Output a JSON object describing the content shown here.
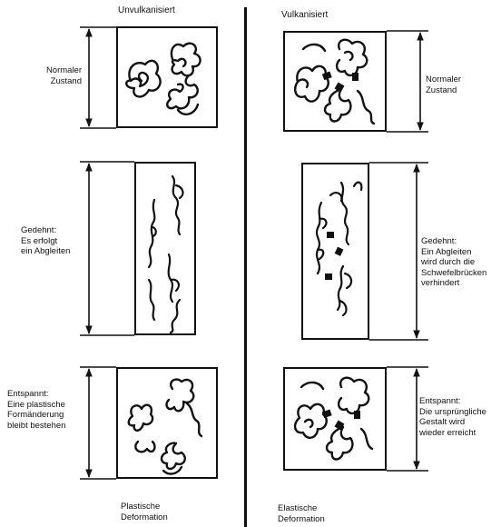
{
  "left_column": {
    "heading": "Unvulkanisiert",
    "normal_label": "Normaler\nZustand",
    "stretched_label": "Gedehnt:\nEs erfolgt\nein Abgleiten",
    "relaxed_label": "Entspannt:\nEine plastische\nFormänderung\nbleibt bestehen",
    "footer": "Plastische\nDeformation"
  },
  "right_column": {
    "heading": "Vulkanisiert",
    "normal_label": "Normaler\nZustand",
    "stretched_label": "Gedehnt:\nEin Abgleiten\nwird durch die\nSchwefelbrücken\nverhindert",
    "relaxed_label": "Entspannt:\nDie ursprüngliche\nGestalt wird\nwieder erreicht",
    "footer": "Elastische\nDeformation"
  }
}
